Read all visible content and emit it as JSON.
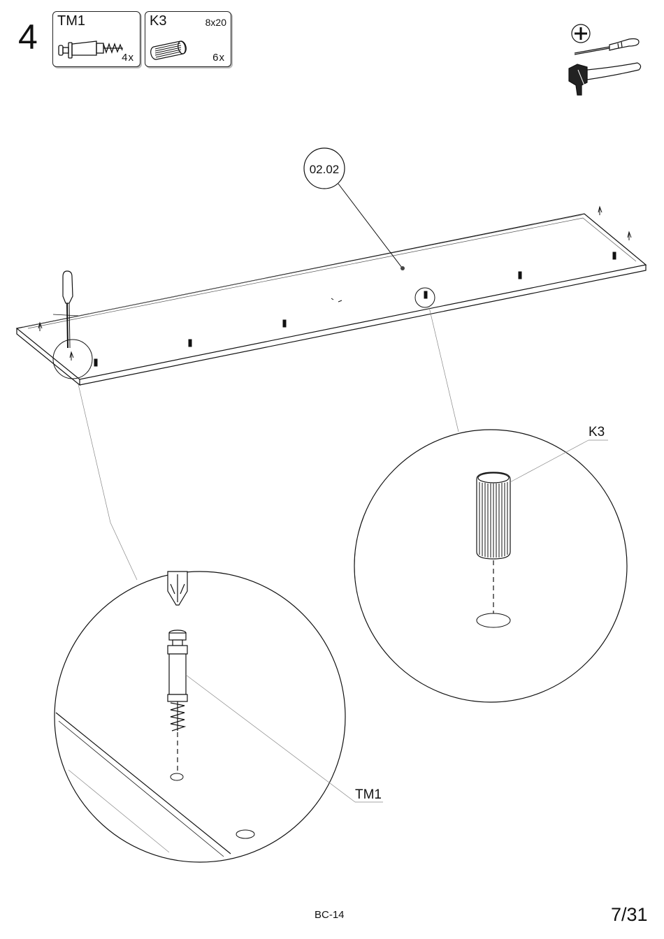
{
  "step": {
    "number": "4"
  },
  "parts": [
    {
      "code": "TM1",
      "size": "",
      "quantity": "4x"
    },
    {
      "code": "K3",
      "size": "8x20",
      "quantity": "6x"
    }
  ],
  "tools": [
    {
      "icon": "phillips-screwdriver-icon"
    },
    {
      "icon": "hammer-icon"
    }
  ],
  "panel": {
    "label": "02.02"
  },
  "details": {
    "dowel_label": "K3",
    "cam_bolt_label": "TM1"
  },
  "footer": {
    "model_code": "BC-14",
    "page": "7/31"
  }
}
